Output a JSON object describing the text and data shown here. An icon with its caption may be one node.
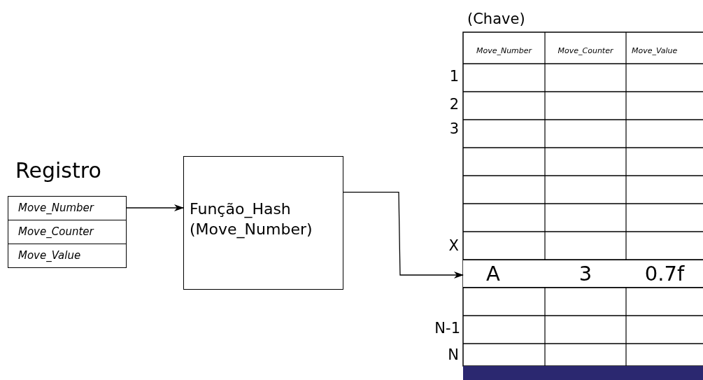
{
  "diagram": {
    "nodes": [
      {
        "text": [
          "Registro"
        ]
      },
      {
        "text": [
          "Move_Number"
        ],
        "in": 0
      },
      {
        "text": [
          "Move_Counter"
        ],
        "in": 0
      },
      {
        "text": [
          "Move_Value"
        ],
        "in": 0
      },
      {
        "text": [
          "Função_Hash (Move_Number)"
        ]
      },
      {
        "text": [
          "A",
          "3",
          "0.7f"
        ]
      }
    ],
    "edges": [
      {
        "from": 1,
        "to": 4,
        "arrow": "to"
      },
      {
        "from": 4,
        "to": 5,
        "arrow": "to"
      }
    ],
    "labels": [
      "(Chave)",
      "Move_Number",
      "Move_Counter",
      "Move_Value",
      "1",
      "2",
      "3",
      "X",
      "N-1",
      "N"
    ]
  }
}
